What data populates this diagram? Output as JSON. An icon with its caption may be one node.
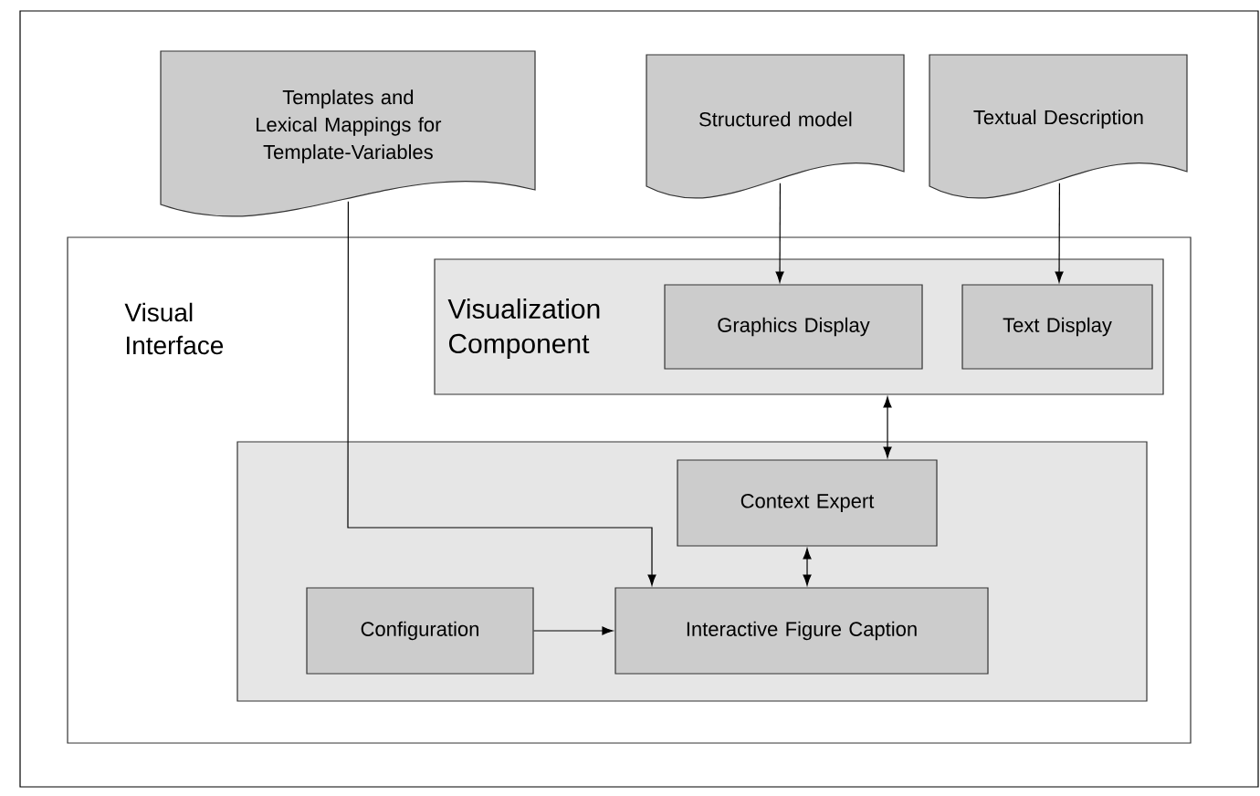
{
  "diagram": {
    "nodes": [
      {
        "text": [
          "Templates and Lexical Mappings for Template-Variables"
        ]
      },
      {
        "text": [
          "Structured model"
        ]
      },
      {
        "text": [
          "Textual Description"
        ]
      },
      {
        "text": [
          "Visual Interface"
        ]
      },
      {
        "text": [
          "Visualization Component"
        ],
        "in": 3
      },
      {
        "text": [
          "Graphics Display"
        ],
        "in": 4
      },
      {
        "text": [
          "Text Display"
        ],
        "in": 4
      },
      {
        "text": [],
        "shape": "box",
        "in": 3
      },
      {
        "text": [
          "Context Expert"
        ],
        "in": 7
      },
      {
        "text": [
          "Configuration"
        ],
        "in": 7
      },
      {
        "text": [
          "Interactive Figure Caption"
        ],
        "in": 7
      }
    ],
    "edges": [
      {
        "from": 1,
        "to": 5,
        "arrow": "to"
      },
      {
        "from": 2,
        "to": 6,
        "arrow": "to"
      },
      {
        "from": 4,
        "to": 8,
        "arrow": "both"
      },
      {
        "from": 0,
        "to": 10,
        "arrow": "to"
      },
      {
        "from": 8,
        "to": 10,
        "arrow": "both"
      },
      {
        "from": 9,
        "to": 10,
        "arrow": "to"
      }
    ]
  }
}
